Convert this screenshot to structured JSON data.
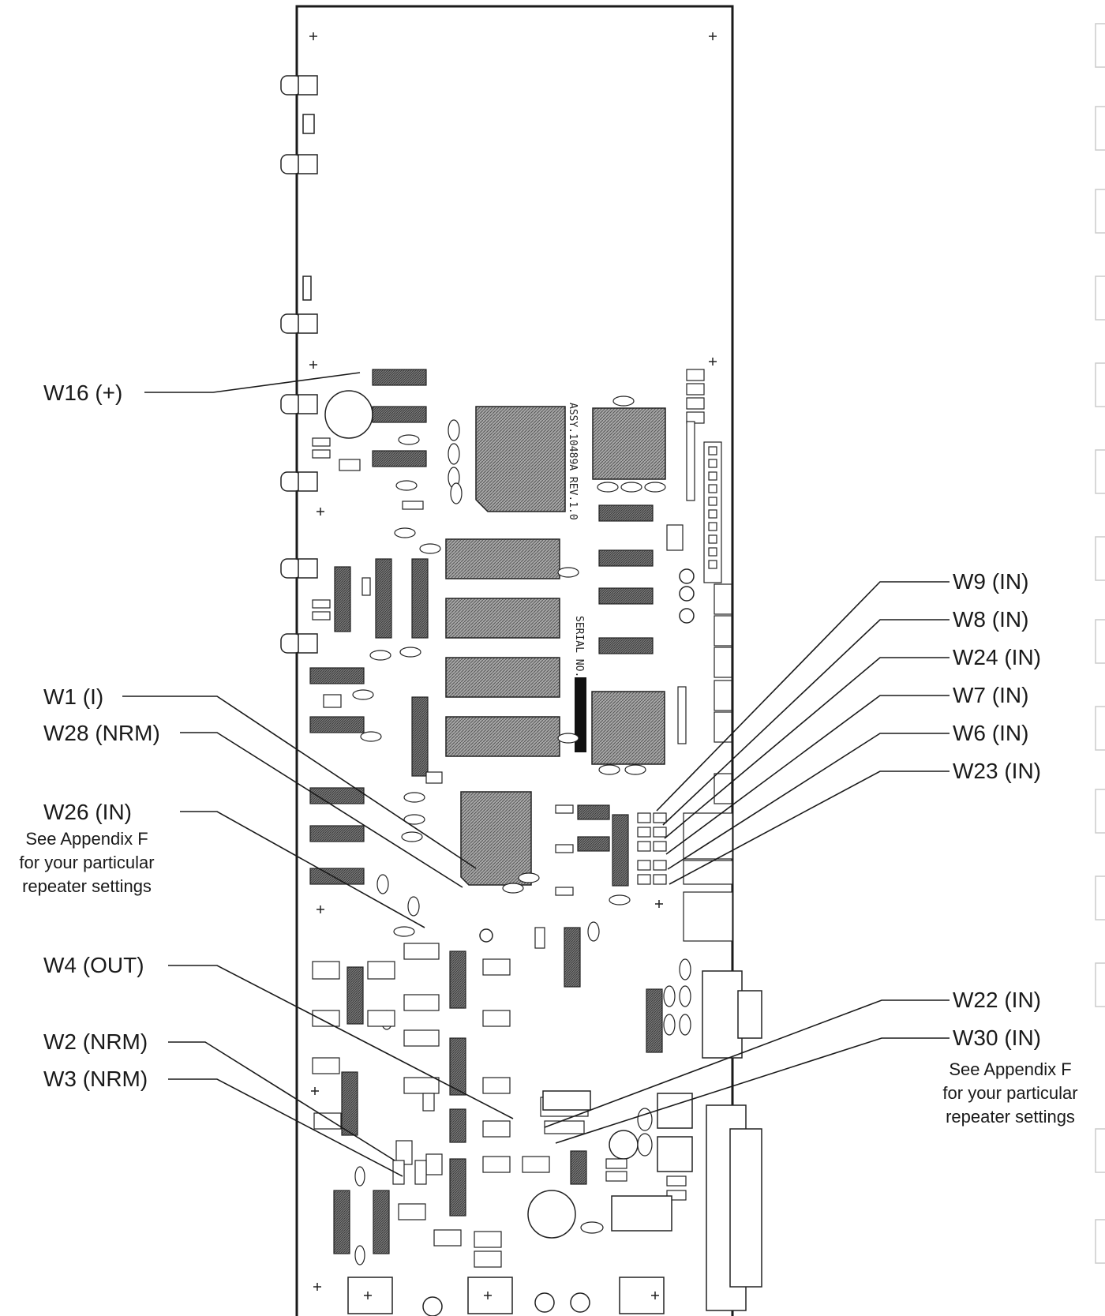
{
  "callouts_left": [
    {
      "id": "w16",
      "label": "W16 (+)"
    },
    {
      "id": "w1",
      "label": "W1 (I)"
    },
    {
      "id": "w28",
      "label": "W28 (NRM)"
    },
    {
      "id": "w26",
      "label": "W26 (IN)"
    },
    {
      "id": "w4",
      "label": "W4 (OUT)"
    },
    {
      "id": "w2",
      "label": "W2 (NRM)"
    },
    {
      "id": "w3",
      "label": "W3 (NRM)"
    }
  ],
  "callouts_right": [
    {
      "id": "w9",
      "label": "W9 (IN)"
    },
    {
      "id": "w8",
      "label": "W8 (IN)"
    },
    {
      "id": "w24",
      "label": "W24 (IN)"
    },
    {
      "id": "w7",
      "label": "W7 (IN)"
    },
    {
      "id": "w6",
      "label": "W6 (IN)"
    },
    {
      "id": "w23",
      "label": "W23 (IN)"
    },
    {
      "id": "w22",
      "label": "W22 (IN)"
    },
    {
      "id": "w30",
      "label": "W30 (IN)"
    }
  ],
  "notes": {
    "left": [
      "See Appendix F",
      "for your particular",
      "repeater settings"
    ],
    "right": [
      "See Appendix F",
      "for your particular",
      "repeater settings"
    ]
  },
  "board_marks": {
    "assembly": "ASSY.10489A REV.1.0",
    "serial": "SERIAL NO."
  },
  "colors": {
    "ink": "#1a1a1a",
    "chip_fill": "#8a8a8a",
    "paper": "#ffffff"
  }
}
